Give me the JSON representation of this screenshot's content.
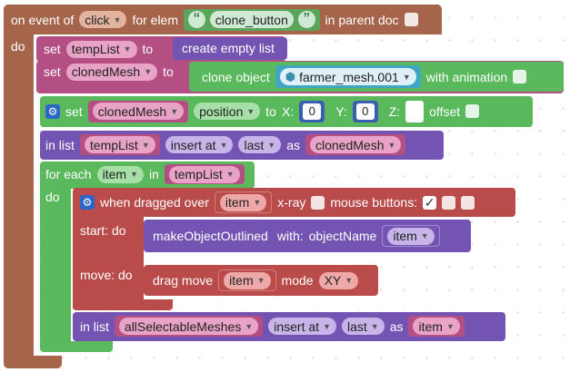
{
  "event_block": {
    "prefix": "on event of",
    "event": "click",
    "for_elem": "for elem",
    "elem_value": "clone_button",
    "in_parent": "in parent doc",
    "do": "do"
  },
  "set_templist": {
    "set": "set",
    "var": "tempList",
    "to": "to",
    "value": "create empty list"
  },
  "set_cloned": {
    "set": "set",
    "var": "clonedMesh",
    "to": "to",
    "clone_label": "clone object",
    "object": "farmer_mesh.001",
    "anim_label": "with animation"
  },
  "set_position": {
    "set": "set",
    "var": "clonedMesh",
    "prop": "position",
    "to": "to",
    "x_label": "X:",
    "x": "0",
    "y_label": "Y:",
    "y": "0",
    "z_label": "Z:",
    "offset": "offset"
  },
  "in_list_1": {
    "in_list": "in list",
    "list": "tempList",
    "mode": "insert at",
    "where": "last",
    "as": "as",
    "item": "clonedMesh"
  },
  "for_each": {
    "label": "for each",
    "var": "item",
    "in": "in",
    "list": "tempList",
    "do": "do"
  },
  "drag_block": {
    "when": "when dragged over",
    "target": "item",
    "xray": "x-ray",
    "mouse": "mouse buttons:",
    "check": "✓",
    "start": "start: do",
    "move": "move: do"
  },
  "outline": {
    "label": "makeObjectOutlined",
    "with": "with:",
    "param": "objectName",
    "value": "item"
  },
  "drag_move": {
    "label": "drag move",
    "target": "item",
    "mode_label": "mode",
    "mode": "XY"
  },
  "in_list_2": {
    "in_list": "in list",
    "list": "allSelectableMeshes",
    "mode": "insert at",
    "where": "last",
    "as": "as",
    "item": "item"
  }
}
